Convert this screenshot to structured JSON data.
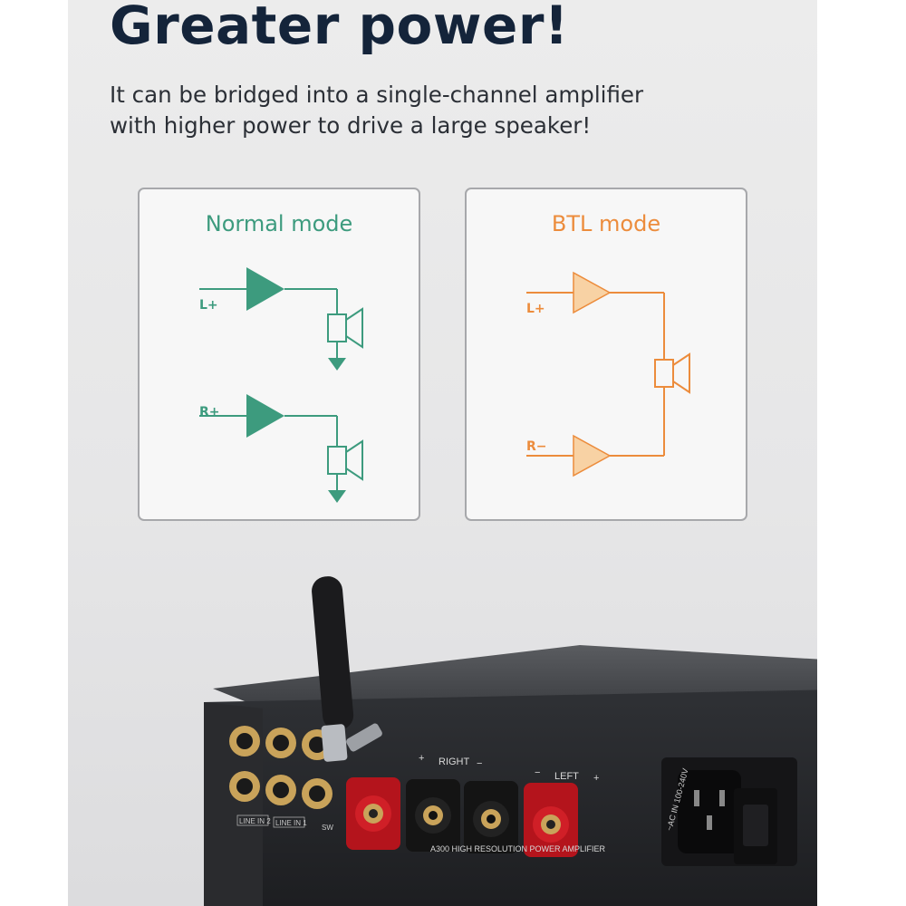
{
  "headline": "Greater power!",
  "subtitle": "It can be bridged into a single-channel amplifier with higher power to drive a large speaker!",
  "colors": {
    "headline": "#14243a",
    "normal": "#3d9b7e",
    "btl": "#ec8c3c"
  },
  "normal_mode": {
    "title": "Normal mode",
    "channels": [
      "L+",
      "R+"
    ]
  },
  "btl_mode": {
    "title": "BTL mode",
    "channels": [
      "L+",
      "R−"
    ]
  },
  "device": {
    "left_labels": [
      "LINE IN 2",
      "LINE IN 1",
      "SW"
    ],
    "speaker_labels": [
      "+",
      "RIGHT",
      "−",
      "−",
      "LEFT",
      "+"
    ],
    "model_text": "A300  HIGH RESOLUTION POWER AMPLIFIER",
    "ac_label": "~AC IN 100-240V"
  }
}
